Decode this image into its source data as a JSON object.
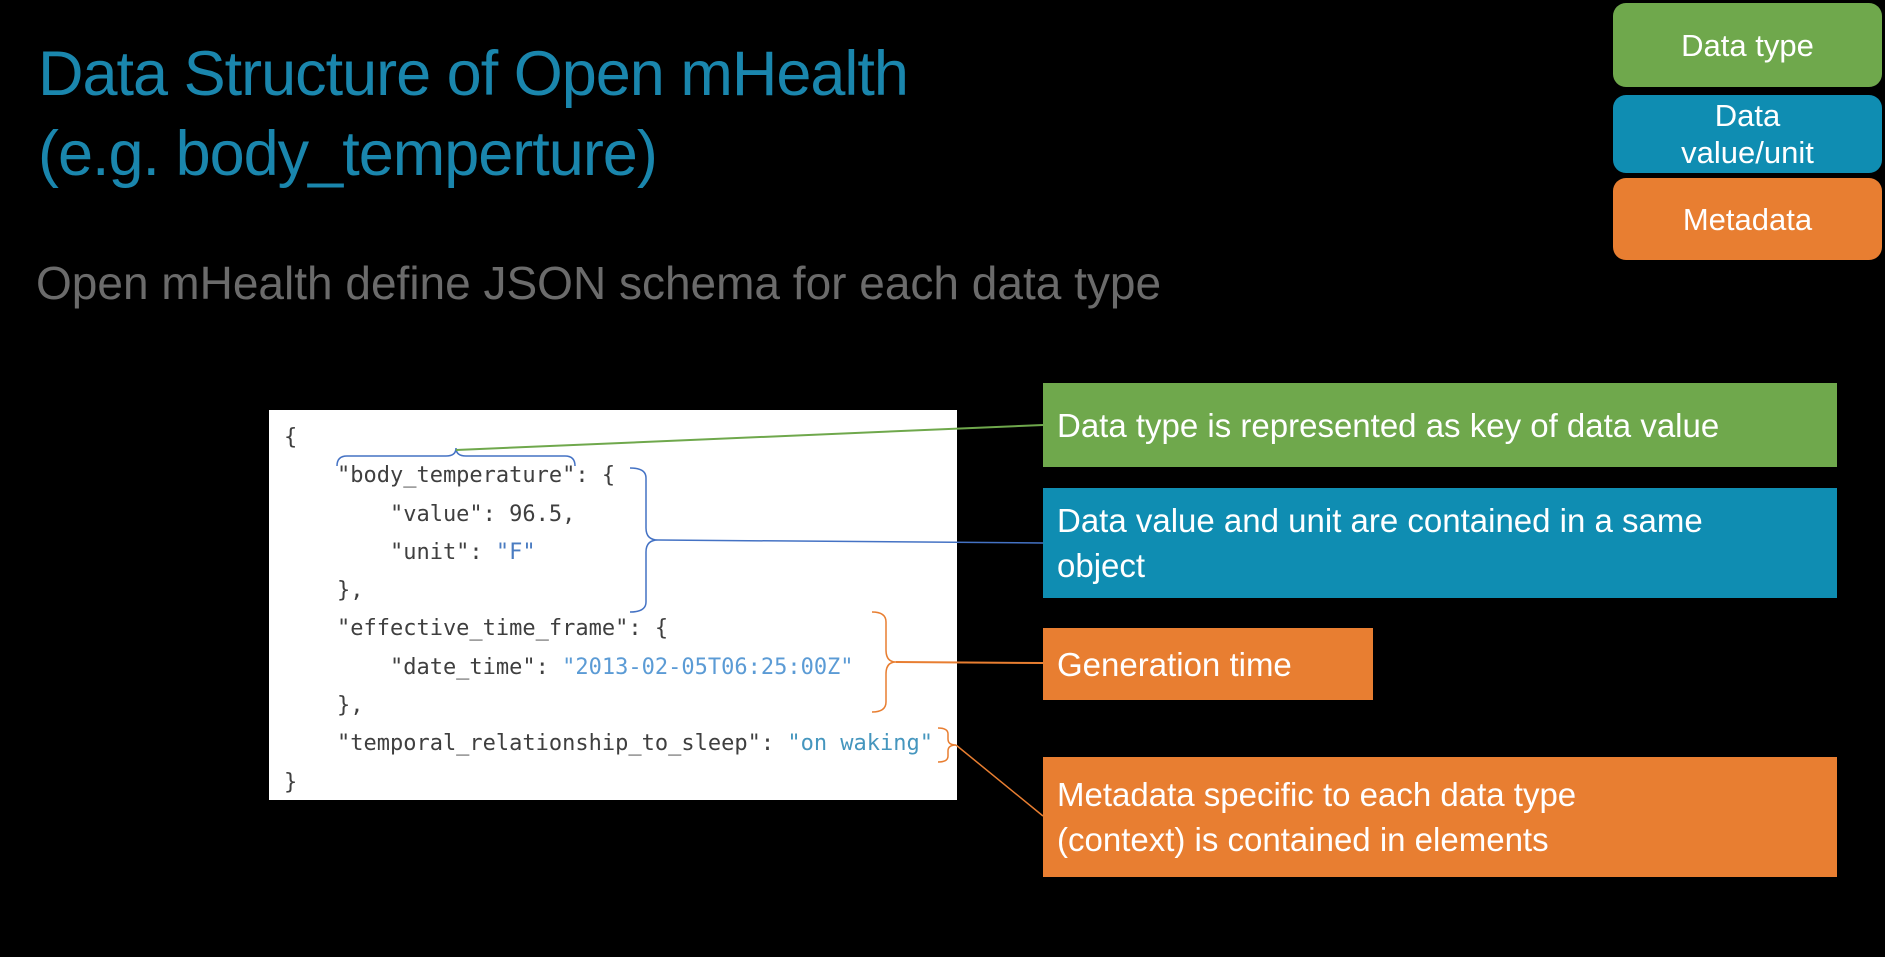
{
  "slide": {
    "title": "Data Structure of Open mHealth\n(e.g. body_temperture)",
    "subtitle": "Open mHealth define JSON schema for each data type"
  },
  "colors": {
    "title": "#1a86ad",
    "subtitle": "#6b6b6b",
    "green": "#6FA84C",
    "blue": "#0F8DB2",
    "orange": "#E87E31",
    "brace_blue": "#4472C4",
    "code_text": "#3f3f3f",
    "code_string_f": "#4a7cc1",
    "code_string_date": "#5b9bd5",
    "code_string_waking": "#4596be",
    "code_background": "#ffffff"
  },
  "legend": {
    "data_type": "Data type",
    "value_unit": "Data\nvalue/unit",
    "metadata": "Metadata"
  },
  "annotations": {
    "data_type": "Data type is represented as key of data value",
    "value_unit": "Data value and unit are contained in a same\nobject",
    "generation_time": "Generation time",
    "metadata": "Metadata specific to each data type\n(context) is contained in elements"
  },
  "code": {
    "lines": [
      [
        {
          "t": "{",
          "color": "#3f3f3f"
        }
      ],
      [
        {
          "t": "    \"body_temperature\": {",
          "color": "#3f3f3f"
        }
      ],
      [
        {
          "t": "        \"value\": 96.5,",
          "color": "#3f3f3f"
        }
      ],
      [
        {
          "t": "        \"unit\": ",
          "color": "#3f3f3f"
        },
        {
          "t": "\"F\"",
          "color": "#4a7cc1"
        }
      ],
      [
        {
          "t": "    },",
          "color": "#3f3f3f"
        }
      ],
      [
        {
          "t": "    \"effective_time_frame\": {",
          "color": "#3f3f3f"
        }
      ],
      [
        {
          "t": "        \"date_time\": ",
          "color": "#3f3f3f"
        },
        {
          "t": "\"2013-02-05T06:25:00Z\"",
          "color": "#5b9bd5"
        }
      ],
      [
        {
          "t": "    },",
          "color": "#3f3f3f"
        }
      ],
      [
        {
          "t": "    \"temporal_relationship_to_sleep\": ",
          "color": "#3f3f3f"
        },
        {
          "t": "\"on waking\"",
          "color": "#4596be"
        }
      ],
      [
        {
          "t": "}",
          "color": "#3f3f3f"
        }
      ]
    ]
  }
}
